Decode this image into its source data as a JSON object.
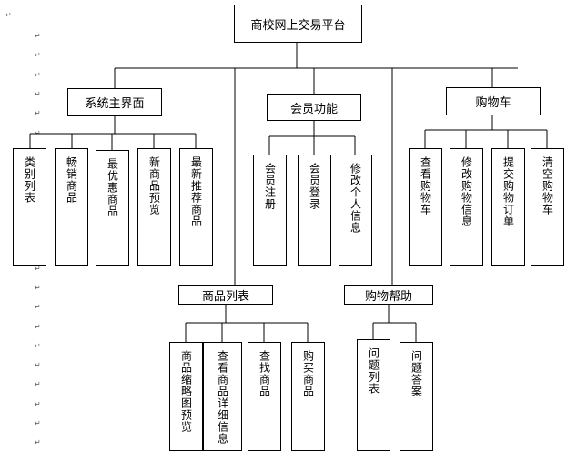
{
  "root": {
    "label": "商校网上交易平台"
  },
  "level1": [
    {
      "id": "main",
      "label": "系统主界面"
    },
    {
      "id": "member",
      "label": "会员功能"
    },
    {
      "id": "cart",
      "label": "购物车"
    }
  ],
  "level1b": [
    {
      "id": "products",
      "label": "商品列表"
    },
    {
      "id": "help",
      "label": "购物帮助"
    }
  ],
  "main_children": [
    {
      "label": "类别列表"
    },
    {
      "label": "畅销商品"
    },
    {
      "label": "最优惠商品"
    },
    {
      "label": "新商品预览"
    },
    {
      "label": "最新推荐商品"
    }
  ],
  "member_children": [
    {
      "label": "会员注册"
    },
    {
      "label": "会员登录"
    },
    {
      "label": "修改个人信息"
    }
  ],
  "cart_children": [
    {
      "label": "查看购物车"
    },
    {
      "label": "修改购物信息"
    },
    {
      "label": "提交购物订单"
    },
    {
      "label": "清空购物车"
    }
  ],
  "products_children": [
    {
      "label": "商品缩略图预览"
    },
    {
      "label": "查看商品详细信息"
    },
    {
      "label": "查找商品"
    },
    {
      "label": "购买商品"
    }
  ],
  "help_children": [
    {
      "label": "问题列表"
    },
    {
      "label": "问题答案"
    }
  ],
  "paragraph_mark": "↵"
}
